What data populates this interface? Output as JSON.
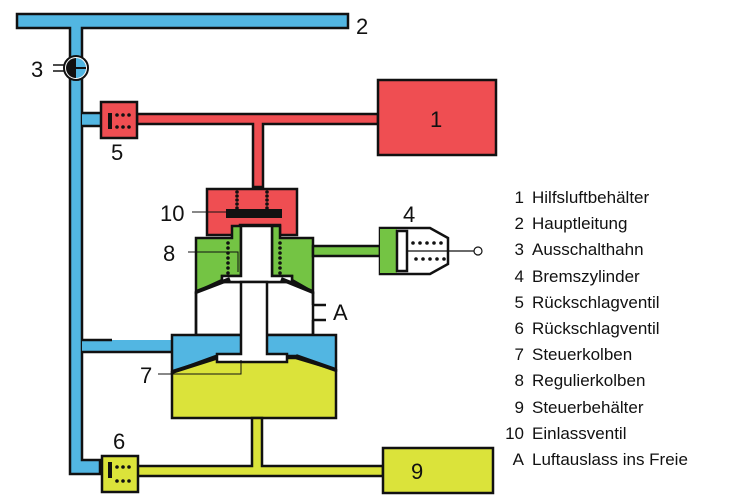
{
  "colors": {
    "main_line": "#52b6e2",
    "aux_reservoir": "#ef4e52",
    "regulating": "#74c444",
    "control_reservoir": "#dbe33a",
    "outline": "#111111"
  },
  "callouts": {
    "c1": "1",
    "c2": "2",
    "c3": "3",
    "c4": "4",
    "c5": "5",
    "c6": "6",
    "c7": "7",
    "c8": "8",
    "c9": "9",
    "c10": "10",
    "cA": "A"
  },
  "legend": [
    {
      "key": "1",
      "label": "Hilfsluftbehälter"
    },
    {
      "key": "2",
      "label": "Hauptleitung"
    },
    {
      "key": "3",
      "label": "Ausschalthahn"
    },
    {
      "key": "4",
      "label": "Bremszylinder"
    },
    {
      "key": "5",
      "label": "Rückschlagventil"
    },
    {
      "key": "6",
      "label": "Rückschlagventil"
    },
    {
      "key": "7",
      "label": "Steuerkolben"
    },
    {
      "key": "8",
      "label": "Regulierkolben"
    },
    {
      "key": "9",
      "label": "Steuerbehälter"
    },
    {
      "key": "10",
      "label": "Einlassventil"
    },
    {
      "key": "A",
      "label": "Luftauslass ins Freie"
    }
  ]
}
